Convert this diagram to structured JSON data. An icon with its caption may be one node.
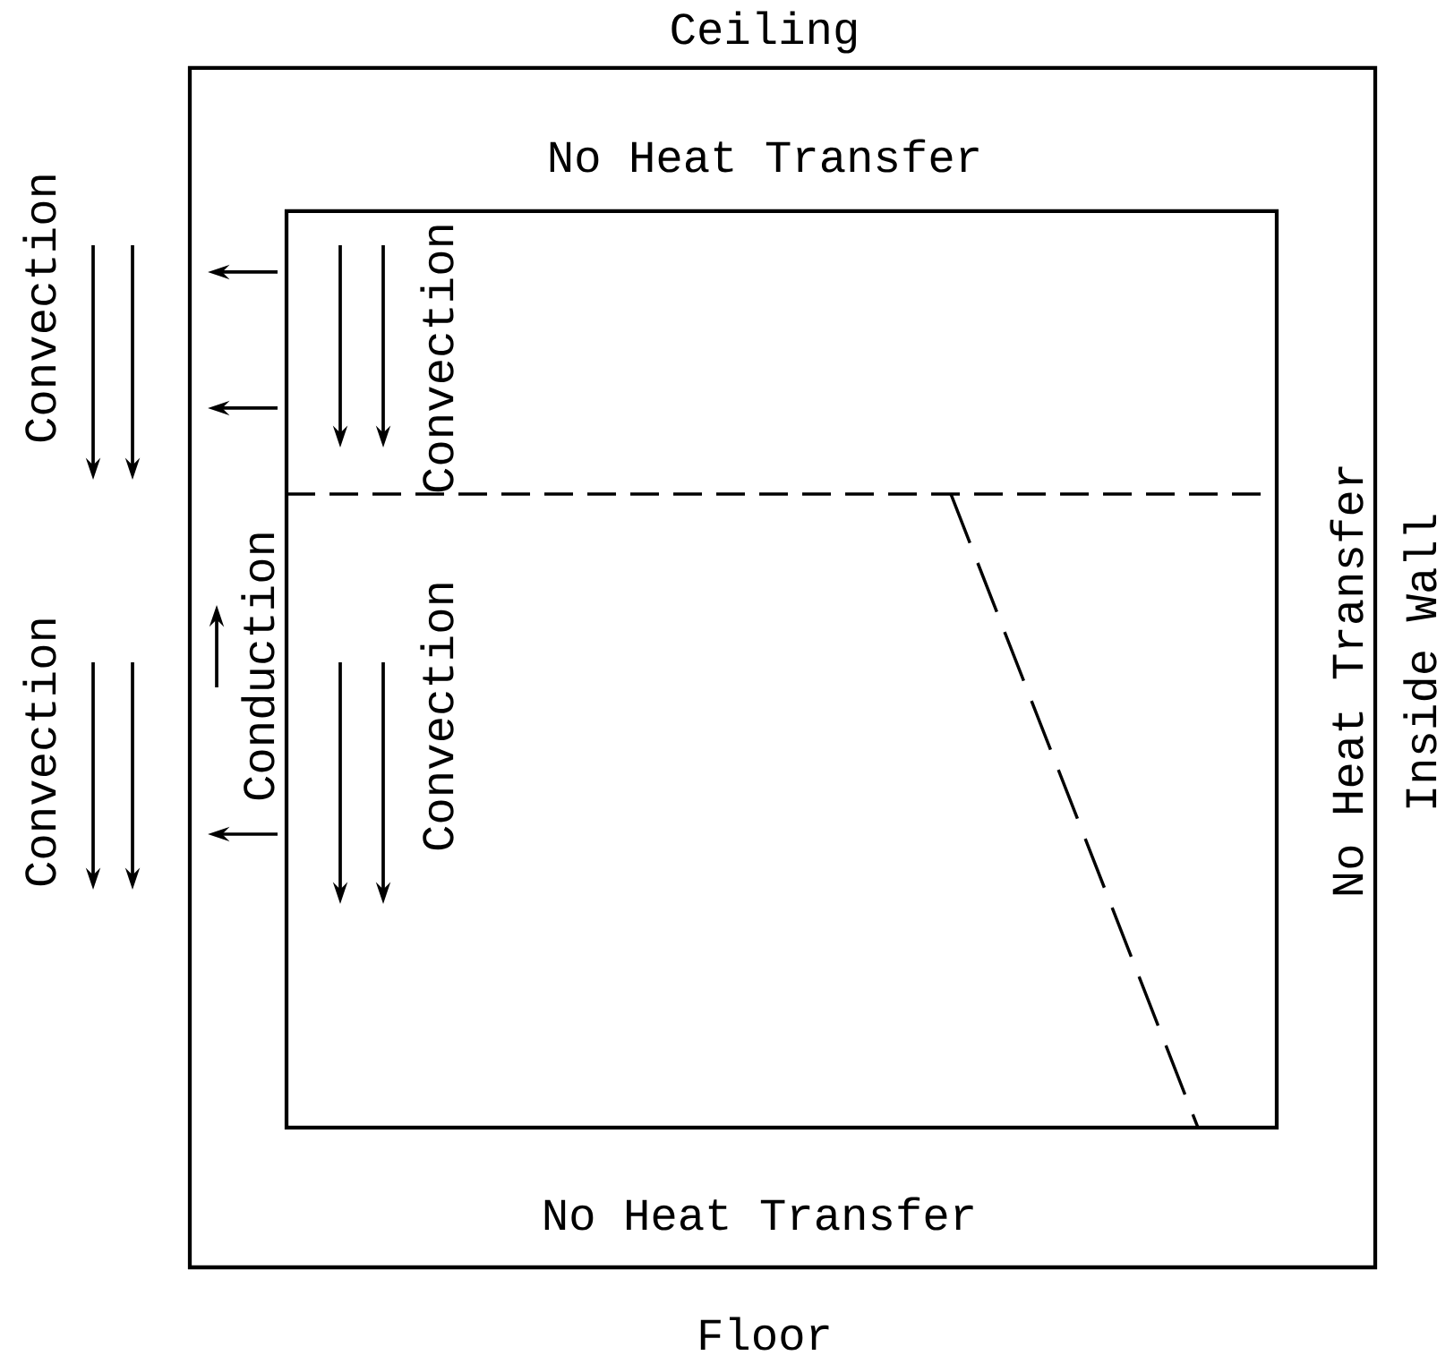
{
  "diagram": {
    "nodes": [
      {
        "text": [],
        "shape": "box"
      },
      {
        "text": [],
        "shape": "box",
        "in": 0
      }
    ],
    "labels": [
      "Ceiling",
      "No Heat Transfer",
      "Convection",
      "Convection",
      "Conduction",
      "Convection",
      "Convection",
      "No Heat Transfer",
      "Inside Wall",
      "No Heat Transfer",
      "Floor"
    ]
  }
}
